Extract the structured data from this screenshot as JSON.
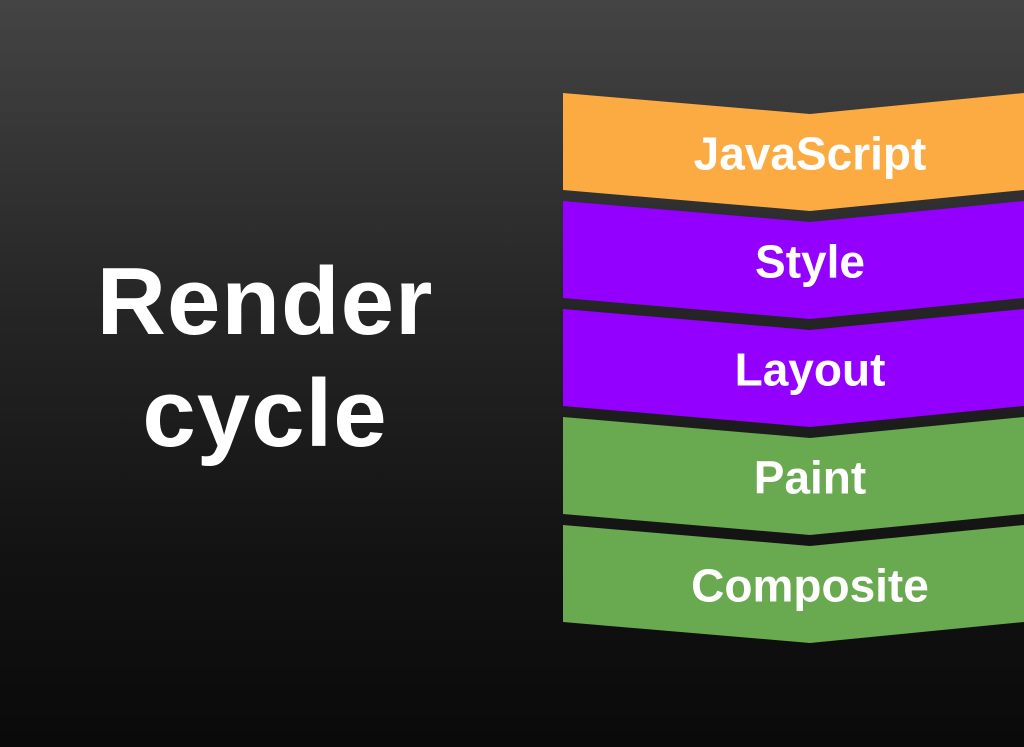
{
  "title": {
    "line1": "Render",
    "line2": "cycle"
  },
  "stages": [
    {
      "label": "JavaScript",
      "color": "#fbab41"
    },
    {
      "label": "Style",
      "color": "#9400ff"
    },
    {
      "label": "Layout",
      "color": "#9400ff"
    },
    {
      "label": "Paint",
      "color": "#69a94f"
    },
    {
      "label": "Composite",
      "color": "#69a94f"
    }
  ]
}
